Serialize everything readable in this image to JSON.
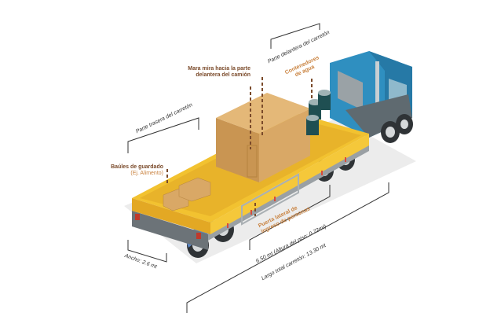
{
  "labels": {
    "front_look_line1": "Mara mira hacia la parte",
    "front_look_line2": "delantera del camión",
    "water_line1": "Contenedores",
    "water_line2": "de agua",
    "front_trailer": "Parte delantera del carretón",
    "rear_trailer": "Parte trasera del carretón",
    "storage_title": "Baúles de guardado",
    "storage_example": "(Ej. Alimento)",
    "door_line1": "Puerta lateral de",
    "door_line2": "ingreso de personas",
    "deck_length": "6.50 mt (Altura del piso: 0.72mt)",
    "total_length": "Largo total carretón: 13.30 mt",
    "width": "Ancho: 2.6 mt"
  },
  "colors": {
    "trailer_yellow": "#f2c230",
    "cab_blue": "#2f8fc0",
    "box_tan": "#d9a866",
    "barrel_teal": "#1f4f52",
    "label_brown": "#7a4a2a",
    "label_orange": "#c9823f"
  }
}
